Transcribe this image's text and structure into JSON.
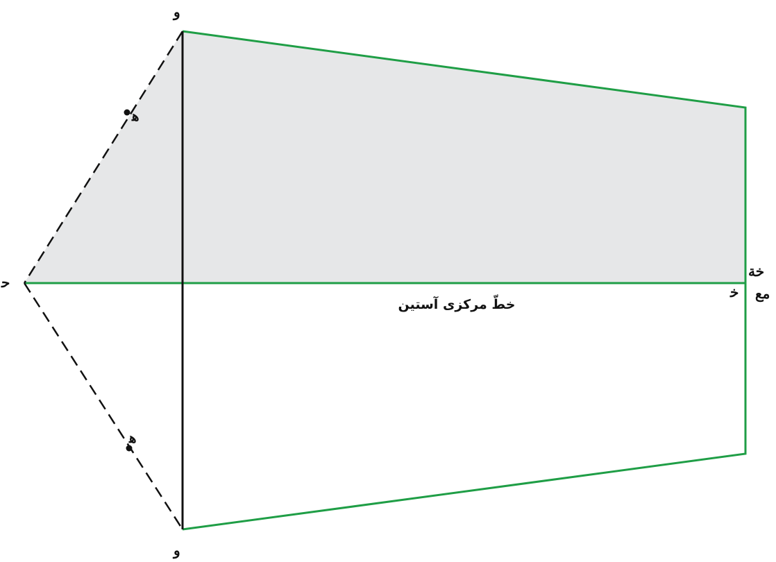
{
  "colors": {
    "outline": "#1f9e46",
    "fill": "#e6e7e8",
    "construction": "#111111"
  },
  "labels": {
    "top_point": "ﻭ",
    "bottom_point": "ﻭ",
    "left_point": "ﺣ",
    "upper_mid_point": "ﻫ",
    "lower_mid_point": "ﻫ",
    "right_point": "ﺧ",
    "right_edge_upper": "ﺧﺔ",
    "right_edge_lower": "ﻣﻊ",
    "center_line": "خطّ مرکزی آستین"
  }
}
